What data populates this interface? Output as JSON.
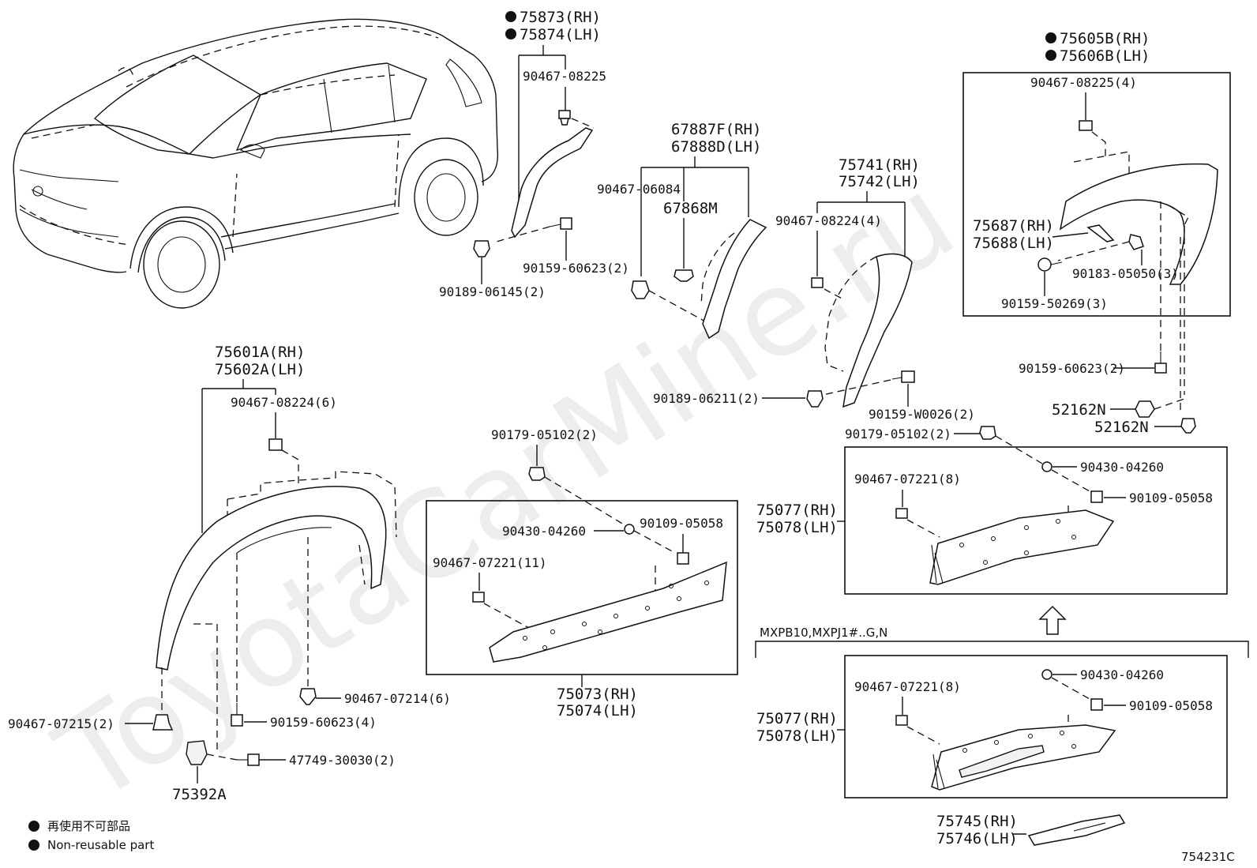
{
  "watermark": "ToyotaCarMine.ru",
  "diagram_code": "754231C",
  "variant_note": "MXPB10,MXPJ1#..G,N",
  "legend": {
    "jp": "再使用不可部品",
    "en": "Non-reusable part"
  },
  "labels": {
    "p75873": "75873(RH)",
    "p75874": "75874(LH)",
    "p90467_08225": "90467-08225",
    "p90159_60623_2a": "90159-60623(2)",
    "p90189_06145": "90189-06145(2)",
    "p67887F": "67887F(RH)",
    "p67888D": "67888D(LH)",
    "p90467_06084": "90467-06084",
    "p67868M": "67868M",
    "p75741": "75741(RH)",
    "p75742": "75742(LH)",
    "p90467_08224_4": "90467-08224(4)",
    "p90189_06211": "90189-06211(2)",
    "p90159_W0026": "90159-W0026(2)",
    "p75605B": "75605B(RH)",
    "p75606B": "75606B(LH)",
    "p90467_08225_4": "90467-08225(4)",
    "p75687": "75687(RH)",
    "p75688": "75688(LH)",
    "p90183_05050": "90183-05050(3)",
    "p90159_50269": "90159-50269(3)",
    "p90159_60623_2b": "90159-60623(2)",
    "p52162N_a": "52162N",
    "p52162N_b": "52162N",
    "p75601A": "75601A(RH)",
    "p75602A": "75602A(LH)",
    "p90467_08224_6": "90467-08224(6)",
    "p90467_07214": "90467-07214(6)",
    "p90467_07215": "90467-07215(2)",
    "p90159_60623_4": "90159-60623(4)",
    "p47749_30030": "47749-30030(2)",
    "p75392A": "75392A",
    "p90179_05102_a": "90179-05102(2)",
    "p90430_04260_a": "90430-04260",
    "p90109_05058_a": "90109-05058",
    "p90467_07221_11": "90467-07221(11)",
    "p75073": "75073(RH)",
    "p75074": "75074(LH)",
    "p90179_05102_b": "90179-05102(2)",
    "p90430_04260_b": "90430-04260",
    "p90109_05058_b": "90109-05058",
    "p90467_07221_8a": "90467-07221(8)",
    "p75077_a": "75077(RH)",
    "p75078_a": "75078(LH)",
    "p90430_04260_c": "90430-04260",
    "p90109_05058_c": "90109-05058",
    "p90467_07221_8b": "90467-07221(8)",
    "p75077_b": "75077(RH)",
    "p75078_b": "75078(LH)",
    "p75745": "75745(RH)",
    "p75746": "75746(LH)"
  }
}
